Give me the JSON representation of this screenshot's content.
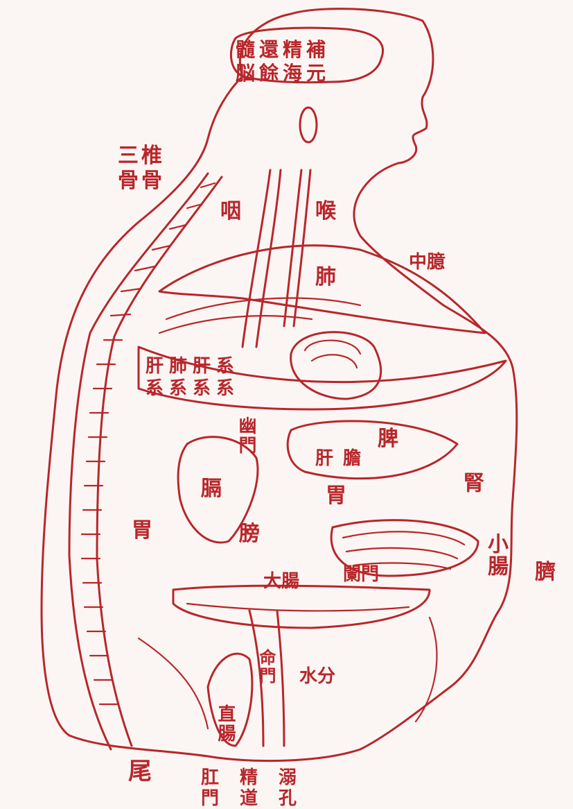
{
  "colors": {
    "ink": "#b8262b",
    "paper": "#fbf6f3"
  },
  "labels": {
    "brain": [
      "髓",
      "還",
      "精",
      "補",
      "脳",
      "餘",
      "海",
      "元"
    ],
    "top_left": [
      "三",
      "椎",
      "骨",
      "骨"
    ],
    "throat": "咽",
    "larynx": "喉",
    "mid_right": "中臆",
    "lung": "肺",
    "heart_left": [
      "肝",
      "肺",
      "肝",
      "系",
      "系",
      "系",
      "系",
      "系"
    ],
    "stomach": "脾",
    "liver": "肝",
    "gallbladder": "膽",
    "pylorus": "幽門",
    "diaphragm": "膈",
    "kidney_lower": "胃",
    "spleen_label": "腎",
    "bladder": "膀",
    "jejunum": "小腸",
    "navel": "臍",
    "large": "大腸",
    "small2": "闌門",
    "rectum": "直腸",
    "water": "水分",
    "anus_side": "尾",
    "bottom": [
      "肛",
      "門",
      "精",
      "道",
      "溺",
      "孔"
    ],
    "gate": "命門"
  }
}
